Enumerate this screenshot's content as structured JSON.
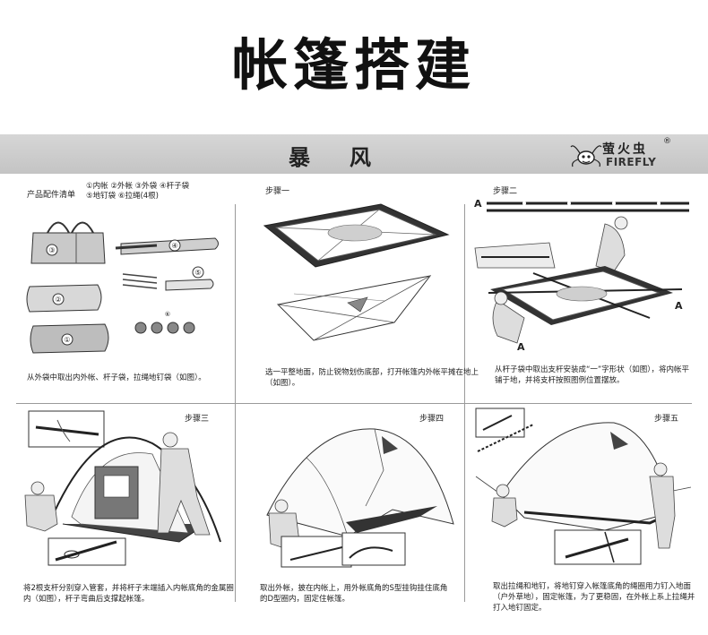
{
  "title": "帐篷搭建",
  "banner": {
    "model_name": "暴风",
    "brand_cn": "萤火虫",
    "brand_reg": "®",
    "brand_en": "FIREFLY"
  },
  "panels": [
    {
      "id": "parts",
      "label": "产品配件清单",
      "legend": [
        "①内帐 ②外帐 ③外袋 ④杆子袋",
        "⑤地钉袋 ⑥拉绳(4根)"
      ],
      "item_numbers": [
        "③",
        "④",
        "⑤",
        "②",
        "⑥",
        "①"
      ],
      "caption": "从外袋中取出内外帐、杆子袋，拉绳地钉袋（如图）。"
    },
    {
      "id": "step1",
      "label": "步骤一",
      "caption": "选一平整地面，防止锐物划伤底部，打开帐篷内外帐平摊在地上（如图）。"
    },
    {
      "id": "step2",
      "label": "步骤二",
      "markers": [
        "A",
        "A",
        "A"
      ],
      "caption": "从杆子袋中取出支杆安装成“一”字形状（如图），将内帐平铺于地，并将支杆按照图例位置摆放。"
    },
    {
      "id": "step3",
      "label": "步骤三",
      "caption": "将2根支杆分别穿入管套，并将杆子末端插入内帐底角的金属圈内（如图），杆子弯曲后支撑起帐篷。"
    },
    {
      "id": "step4",
      "label": "步骤四",
      "caption": "取出外帐，披在内帐上，用外帐底角的S型挂钩挂住底角的D型圈内，固定住帐篷。"
    },
    {
      "id": "step5",
      "label": "步骤五",
      "caption": "取出拉绳和地钉，将地钉穿入帐篷底角的绳圈用力钉入地面（户外草地），固定帐篷，为了更稳固，在外帐上系上拉绳并打入地钉固定。"
    }
  ]
}
